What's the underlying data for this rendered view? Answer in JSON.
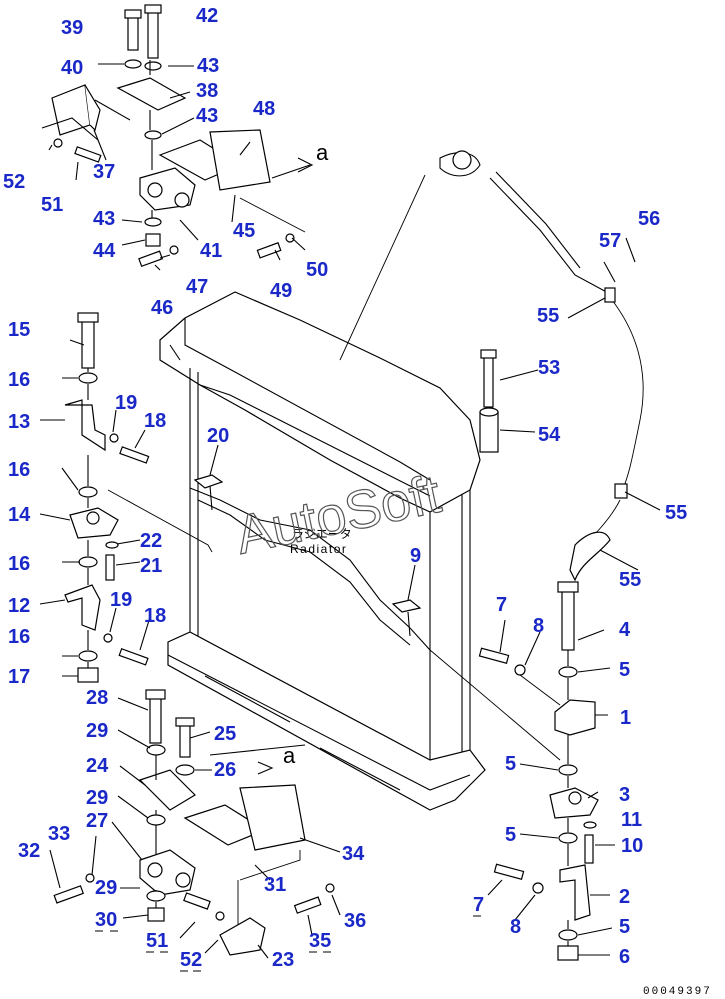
{
  "diagram": {
    "watermark": "AutoSoft",
    "radiator_label_jp": "ラジエータ",
    "radiator_label_en": "Radiator",
    "view_ref_top": "a",
    "view_ref_bottom": "a",
    "drawing_code": "00049397",
    "callouts": [
      {
        "id": "c39",
        "text": "39"
      },
      {
        "id": "c42",
        "text": "42"
      },
      {
        "id": "c40",
        "text": "40"
      },
      {
        "id": "c43a",
        "text": "43"
      },
      {
        "id": "c38",
        "text": "38"
      },
      {
        "id": "c43b",
        "text": "43"
      },
      {
        "id": "c48",
        "text": "48"
      },
      {
        "id": "c52a",
        "text": "52"
      },
      {
        "id": "c37",
        "text": "37"
      },
      {
        "id": "c51a",
        "text": "51"
      },
      {
        "id": "c43c",
        "text": "43"
      },
      {
        "id": "c45",
        "text": "45"
      },
      {
        "id": "c44",
        "text": "44"
      },
      {
        "id": "c41",
        "text": "41"
      },
      {
        "id": "c47",
        "text": "47"
      },
      {
        "id": "c46",
        "text": "46"
      },
      {
        "id": "c49",
        "text": "49"
      },
      {
        "id": "c50",
        "text": "50"
      },
      {
        "id": "c56",
        "text": "56"
      },
      {
        "id": "c57",
        "text": "57"
      },
      {
        "id": "c55a",
        "text": "55"
      },
      {
        "id": "c15",
        "text": "15"
      },
      {
        "id": "c53",
        "text": "53"
      },
      {
        "id": "c16a",
        "text": "16"
      },
      {
        "id": "c19a",
        "text": "19"
      },
      {
        "id": "c13",
        "text": "13"
      },
      {
        "id": "c18a",
        "text": "18"
      },
      {
        "id": "c54",
        "text": "54"
      },
      {
        "id": "c20",
        "text": "20"
      },
      {
        "id": "c16b",
        "text": "16"
      },
      {
        "id": "c55b",
        "text": "55"
      },
      {
        "id": "c14",
        "text": "14"
      },
      {
        "id": "c22",
        "text": "22"
      },
      {
        "id": "c16c",
        "text": "16"
      },
      {
        "id": "c21",
        "text": "21"
      },
      {
        "id": "c9",
        "text": "9"
      },
      {
        "id": "c55c",
        "text": "55"
      },
      {
        "id": "c12",
        "text": "12"
      },
      {
        "id": "c19b",
        "text": "19"
      },
      {
        "id": "c18b",
        "text": "18"
      },
      {
        "id": "c7a",
        "text": "7"
      },
      {
        "id": "c8a",
        "text": "8"
      },
      {
        "id": "c4",
        "text": "4"
      },
      {
        "id": "c16d",
        "text": "16"
      },
      {
        "id": "c17",
        "text": "17"
      },
      {
        "id": "c5a",
        "text": "5"
      },
      {
        "id": "c28",
        "text": "28"
      },
      {
        "id": "c1",
        "text": "1"
      },
      {
        "id": "c29a",
        "text": "29"
      },
      {
        "id": "c25",
        "text": "25"
      },
      {
        "id": "c24",
        "text": "24"
      },
      {
        "id": "c26",
        "text": "26"
      },
      {
        "id": "c5b",
        "text": "5"
      },
      {
        "id": "c3",
        "text": "3"
      },
      {
        "id": "c29b",
        "text": "29"
      },
      {
        "id": "c11",
        "text": "11"
      },
      {
        "id": "c27",
        "text": "27"
      },
      {
        "id": "c33",
        "text": "33"
      },
      {
        "id": "c34",
        "text": "34"
      },
      {
        "id": "c5c",
        "text": "5"
      },
      {
        "id": "c10",
        "text": "10"
      },
      {
        "id": "c32",
        "text": "32"
      },
      {
        "id": "c31",
        "text": "31"
      },
      {
        "id": "c29c",
        "text": "29"
      },
      {
        "id": "c7b",
        "text": "7"
      },
      {
        "id": "c2",
        "text": "2"
      },
      {
        "id": "c30",
        "text": "30"
      },
      {
        "id": "c36",
        "text": "36"
      },
      {
        "id": "c8b",
        "text": "8"
      },
      {
        "id": "c5d",
        "text": "5"
      },
      {
        "id": "c51b",
        "text": "51"
      },
      {
        "id": "c35",
        "text": "35"
      },
      {
        "id": "c52b",
        "text": "52"
      },
      {
        "id": "c23",
        "text": "23"
      },
      {
        "id": "c6",
        "text": "6"
      }
    ]
  }
}
